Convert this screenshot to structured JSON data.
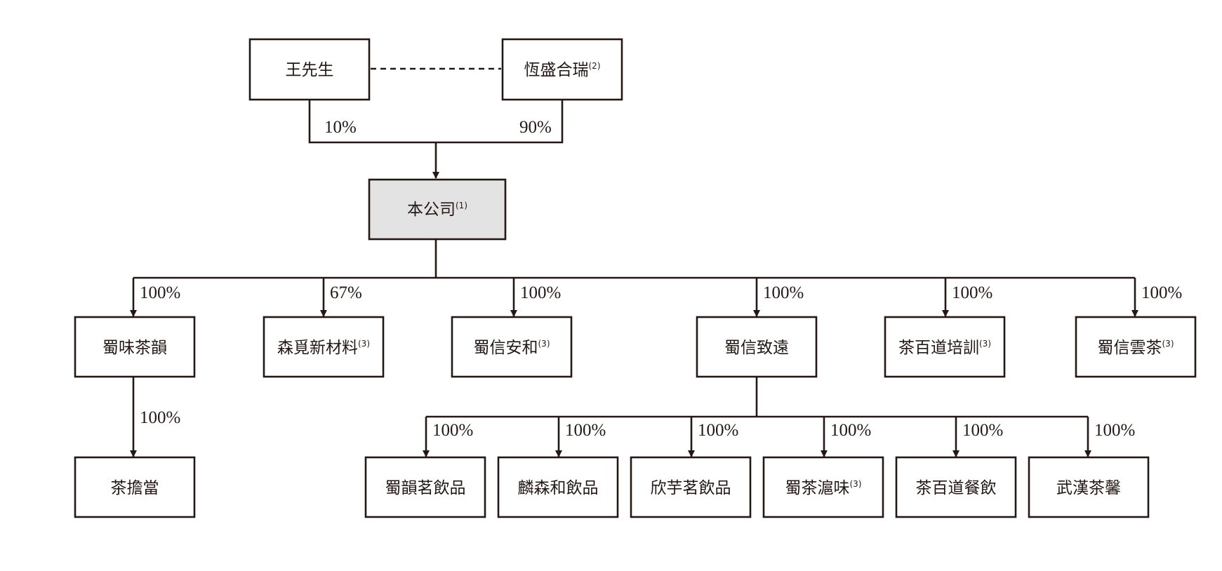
{
  "nodes": {
    "wang": {
      "label": "王先生",
      "note": ""
    },
    "hengsheng": {
      "label": "恆盛合瑞",
      "note": "(2)"
    },
    "company": {
      "label": "本公司",
      "note": "(1)"
    },
    "shuwei": {
      "label": "蜀味茶韻",
      "note": ""
    },
    "senmi": {
      "label": "森覓新材料",
      "note": "(3)"
    },
    "shuxin_anhe": {
      "label": "蜀信安和",
      "note": "(3)"
    },
    "shuxin_zhiyuan": {
      "label": "蜀信致遠",
      "note": ""
    },
    "chabaidao_training": {
      "label": "茶百道培訓",
      "note": "(3)"
    },
    "shuxin_yuncha": {
      "label": "蜀信雲茶",
      "note": "(3)"
    },
    "chadandang": {
      "label": "茶擔當",
      "note": ""
    },
    "shuyun": {
      "label": "蜀韻茗飲品",
      "note": ""
    },
    "linsen": {
      "label": "麟森和飲品",
      "note": ""
    },
    "xinyu": {
      "label": "欣芋茗飲品",
      "note": ""
    },
    "shucha": {
      "label": "蜀茶滬味",
      "note": "(3)"
    },
    "chabaidao_catering": {
      "label": "茶百道餐飲",
      "note": ""
    },
    "wuhan": {
      "label": "武漢茶馨",
      "note": ""
    }
  },
  "edges": {
    "wang_company": "10%",
    "hengsheng_company": "90%",
    "company_shuwei": "100%",
    "company_senmi": "67%",
    "company_shuxin_anhe": "100%",
    "company_shuxin_zhiyuan": "100%",
    "company_chabaidao_training": "100%",
    "company_shuxin_yuncha": "100%",
    "shuwei_chadandang": "100%",
    "zhiyuan_shuyun": "100%",
    "zhiyuan_linsen": "100%",
    "zhiyuan_xinyu": "100%",
    "zhiyuan_shucha": "100%",
    "zhiyuan_chabaidao_catering": "100%",
    "zhiyuan_wuhan": "100%"
  },
  "colors": {
    "line": "#231815",
    "main_fill": "#e3e3e3"
  }
}
